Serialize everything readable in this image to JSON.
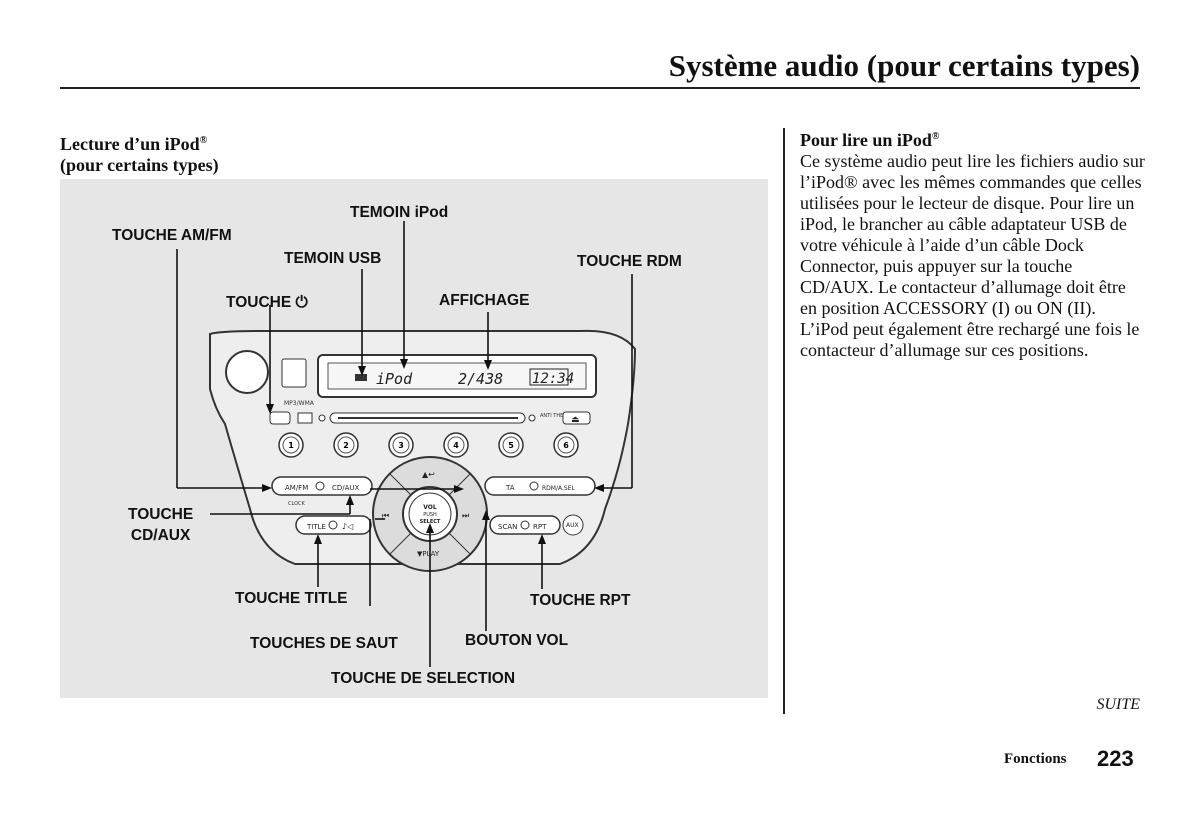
{
  "header": {
    "title": "Système audio (pour certains types)"
  },
  "left": {
    "title_line1": "Lecture d’un iPod",
    "title_reg": "®",
    "title_line2": "(pour certains types)"
  },
  "figure": {
    "labels": {
      "temoin_ipod": "TEMOIN iPod",
      "touche_amfm": "TOUCHE AM/FM",
      "temoin_usb": "TEMOIN USB",
      "touche_rdm": "TOUCHE RDM",
      "touche_power": "TOUCHE",
      "power_symbol": "⏻",
      "affichage": "AFFICHAGE",
      "touche_cdaux_1": "TOUCHE",
      "touche_cdaux_2": "CD/AUX",
      "touche_title": "TOUCHE TITLE",
      "touche_rpt": "TOUCHE RPT",
      "touches_saut": "TOUCHES DE SAUT",
      "bouton_vol": "BOUTON VOL",
      "touche_selection": "TOUCHE DE SELECTION"
    },
    "radio": {
      "display_mode": "iPod",
      "display_track": "2/438",
      "display_time": "12:34",
      "presets": [
        "1",
        "2",
        "3",
        "4",
        "5",
        "6"
      ],
      "amfm": "AM/FM",
      "cdaux": "CD/AUX",
      "clock": "CLOCK",
      "title_btn": "TITLE",
      "ta": "TA",
      "rdm": "RDM/A.SEL",
      "scan": "SCAN",
      "rpt": "RPT",
      "aux": "AUX",
      "vol": "VOL",
      "push": "PUSH",
      "select": "SELECT",
      "play": "▼PLAY",
      "anti_theft": "ANTI THEFT",
      "mp3wma": "MP3/WMA"
    }
  },
  "right": {
    "title": "Pour lire un iPod",
    "title_reg": "®",
    "body": "Ce système audio peut lire les fichiers audio sur l’iPod® avec les mêmes commandes que celles utilisées pour le lecteur de disque. Pour lire un iPod, le brancher au câble adaptateur USB de votre véhicule à l’aide d’un câble Dock Connector, puis appuyer sur la touche CD/AUX. Le contacteur d’allumage doit être en position ACCESSORY (I) ou ON (II). L’iPod peut également être rechargé une fois le contacteur d’allumage sur ces positions."
  },
  "footer": {
    "suite": "SUITE",
    "section": "Fonctions",
    "page": "223"
  }
}
